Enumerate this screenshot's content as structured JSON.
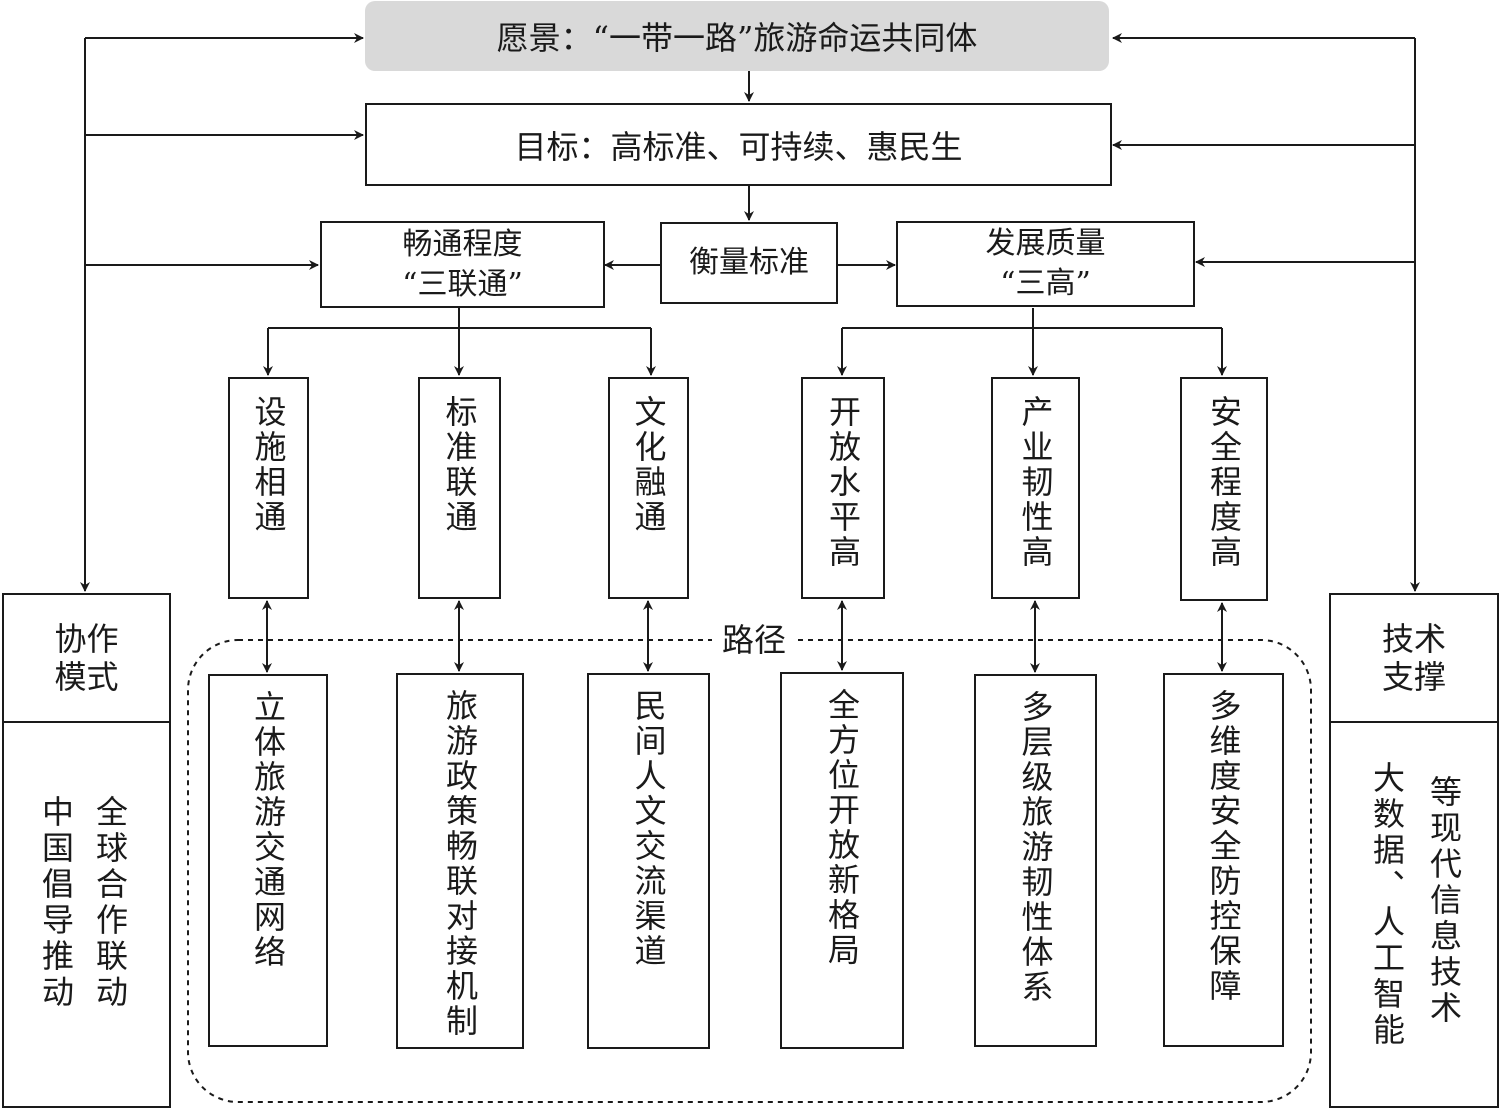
{
  "vision": "愿景：“一带一路”旅游命运共同体",
  "goal": "目标：高标准、可持续、惠民生",
  "measure": "衡量标准",
  "connectivity": {
    "line1": "畅通程度",
    "line2": "“三联通”"
  },
  "quality": {
    "line1": "发展质量",
    "line2": "“三高”"
  },
  "sub_items": [
    "设施相通",
    "标准联通",
    "文化融通",
    "开放水平高",
    "产业韧性高",
    "安全程度高"
  ],
  "path_label": "路径",
  "path_items": [
    "立体旅游交通网络",
    "旅游政策畅联对接机制",
    "民间人文交流渠道",
    "全方位开放新格局",
    "多层级旅游韧性体系",
    "多维度安全防控保障"
  ],
  "collaboration": {
    "title_line1": "协作",
    "title_line2": "模式",
    "col_right": "全球合作联动",
    "col_left": "中国倡导推动"
  },
  "tech": {
    "title_line1": "技术",
    "title_line2": "支撑",
    "col_right": "等现代信息技术",
    "col_left": "大数据、人工智能"
  }
}
